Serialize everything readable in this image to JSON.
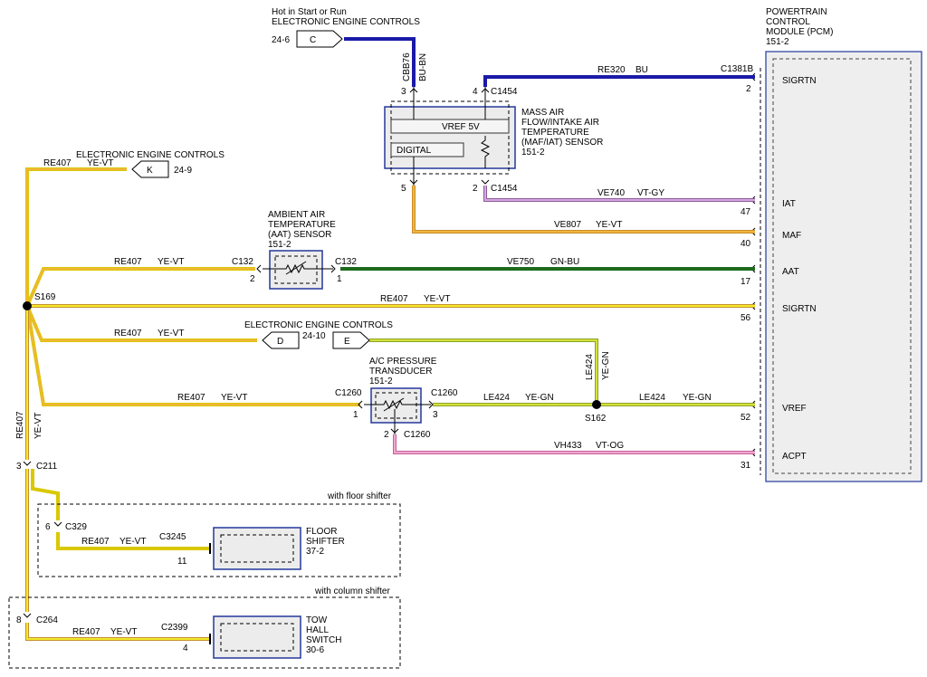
{
  "pcm": {
    "title_lines": [
      "POWERTRAIN",
      "CONTROL",
      "MODULE (PCM)",
      "151-2"
    ],
    "pins": [
      {
        "name": "SIGRTN",
        "num": "2"
      },
      {
        "name": "IAT",
        "num": "47"
      },
      {
        "name": "MAF",
        "num": "40"
      },
      {
        "name": "AAT",
        "num": "17"
      },
      {
        "name": "SIGRTN",
        "num": "56"
      },
      {
        "name": "VREF",
        "num": "52"
      },
      {
        "name": "ACPT",
        "num": "31"
      }
    ],
    "connector": "C1381B"
  },
  "top_tag": {
    "header_lines": [
      "Hot in Start or Run",
      "ELECTRONIC ENGINE CONTROLS"
    ],
    "letter": "C",
    "ref": "24-6",
    "circuit": "CBB76",
    "color": "BU-BN"
  },
  "maf": {
    "title_lines": [
      "MASS AIR",
      "FLOW/INTAKE AIR",
      "TEMPERATURE",
      "(MAF/IAT) SENSOR",
      "151-2"
    ],
    "vref": "VREF 5V",
    "digital": "DIGITAL",
    "connector": "C1454",
    "pins": [
      "3",
      "4",
      "5",
      "2"
    ]
  },
  "aat": {
    "title_lines": [
      "AMBIENT AIR",
      "TEMPERATURE",
      "(AAT) SENSOR",
      "151-2"
    ],
    "connector": "C132",
    "pins": [
      "2",
      "1"
    ]
  },
  "acp": {
    "title_lines": [
      "A/C PRESSURE",
      "TRANSDUCER",
      "151-2"
    ],
    "connector": "C1260",
    "pins": [
      "1",
      "3",
      "2"
    ]
  },
  "tags": {
    "k": {
      "header": "ELECTRONIC ENGINE CONTROLS",
      "letter": "K",
      "ref": "24-9"
    },
    "de": {
      "header": "ELECTRONIC ENGINE CONTROLS",
      "letter_d": "D",
      "ref": "24-10",
      "letter_e": "E"
    }
  },
  "wires": {
    "re320": {
      "circuit": "RE320",
      "color": "BU"
    },
    "ve740": {
      "circuit": "VE740",
      "color": "VT-GY"
    },
    "ve807": {
      "circuit": "VE807",
      "color": "YE-VT"
    },
    "ve750": {
      "circuit": "VE750",
      "color": "GN-BU"
    },
    "re407": {
      "circuit": "RE407",
      "color": "YE-VT"
    },
    "le424": {
      "circuit": "LE424",
      "color": "YE-GN"
    },
    "vh433": {
      "circuit": "VH433",
      "color": "VT-OG"
    }
  },
  "splices": {
    "s169": "S169",
    "s162": "S162"
  },
  "c211": {
    "connector": "C211",
    "pin": "3"
  },
  "floor": {
    "label": "with floor shifter",
    "connector": "C329",
    "pin": "6",
    "comp_connector": "C3245",
    "comp_pin": "11",
    "title_lines": [
      "FLOOR",
      "SHIFTER",
      "37-2"
    ]
  },
  "column": {
    "label": "with column shifter",
    "connector": "C264",
    "pin": "8",
    "comp_connector": "C2399",
    "comp_pin": "4",
    "title_lines": [
      "TOW",
      "HALL",
      "SWITCH",
      "30-6"
    ]
  },
  "colors": {
    "blue": "#1a1aa8",
    "yellow": "#f2ea2c",
    "orange": "#f2b43c",
    "green": "#1d6a1d",
    "violet": "#d3a8e0",
    "pink": "#f0a7cf",
    "component": "#24389c"
  }
}
